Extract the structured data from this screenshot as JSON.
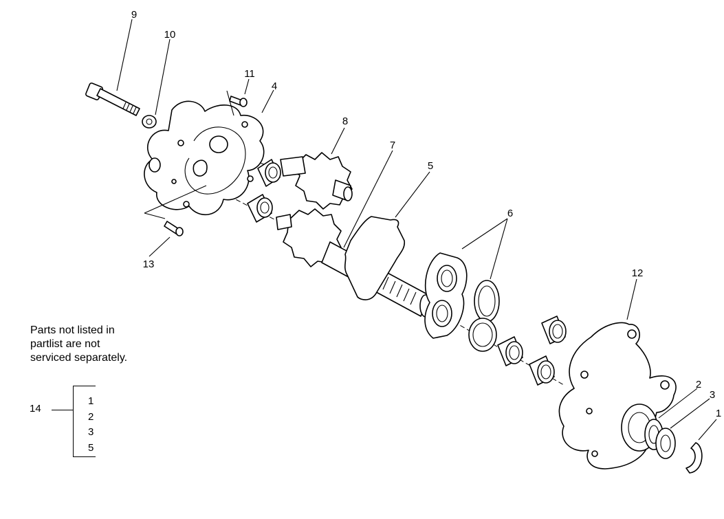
{
  "callouts": [
    "1",
    "2",
    "3",
    "4",
    "5",
    "6",
    "7",
    "8",
    "9",
    "10",
    "11",
    "12",
    "13"
  ],
  "note_lines": [
    "Parts not listed in",
    "partlist are not",
    "serviced separately."
  ],
  "kit": {
    "label": "14",
    "items": [
      "1",
      "2",
      "3",
      "5"
    ]
  }
}
